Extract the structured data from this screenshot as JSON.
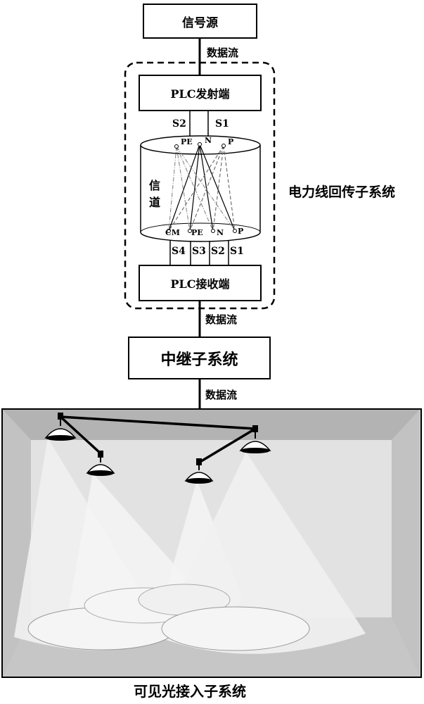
{
  "blocks": {
    "signal_source": "信号源",
    "plc_tx": "PLC发射端",
    "plc_rx": "PLC接收端",
    "relay": "中继子系统"
  },
  "flows": {
    "flow1": "数据流",
    "flow2": "数据流",
    "flow3": "数据流"
  },
  "plc_subsystem_label": "电力线回传子系统",
  "vlc_subsystem_label": "可见光接入子系统",
  "channel": {
    "label_top": "信",
    "label_bottom": "道",
    "tx_lines": [
      "S2",
      "S1"
    ],
    "tx_terminals": [
      "PE",
      "N",
      "P"
    ],
    "rx_terminals": [
      "CM",
      "PE",
      "N",
      "P"
    ],
    "rx_lines": [
      "S4",
      "S3",
      "S2",
      "S1"
    ]
  },
  "colors": {
    "room_wall": "#d4d4d4",
    "room_ceiling": "#b3b3b3",
    "room_floor": "#c6c6c6",
    "light_beam": "#ececec"
  }
}
